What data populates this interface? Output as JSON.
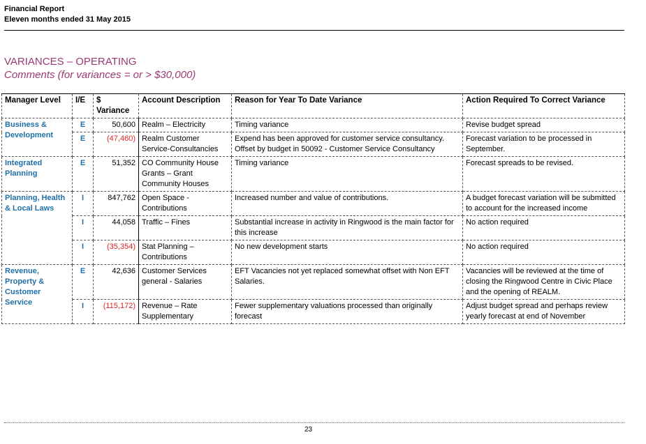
{
  "header": {
    "line1": "Financial Report",
    "line2": "Eleven months ended 31 May 2015"
  },
  "section": {
    "title": "VARIANCES – OPERATING",
    "subtitle": "Comments (for variances = or > $30,000)"
  },
  "table": {
    "headers": {
      "manager": "Manager Level",
      "ie": "I/E",
      "variance": "$ Variance",
      "account": "Account Description",
      "reason": "Reason for Year To Date Variance",
      "action": "Action Required To Correct Variance"
    },
    "groups": [
      {
        "manager": "Business & Development",
        "rows": [
          {
            "ie": "E",
            "amount": "50,600",
            "negative": false,
            "account": "Realm – Electricity",
            "reason": "Timing variance",
            "action": "Revise budget spread"
          },
          {
            "ie": "E",
            "amount": "(47,460)",
            "negative": true,
            "account": "Realm Customer Service-Consultancies",
            "reason": "Expend has been approved for customer service consultancy. Offset by budget in 50092 - Customer Service Consultancy",
            "action": "Forecast variation to be processed in September."
          }
        ]
      },
      {
        "manager": "Integrated Planning",
        "rows": [
          {
            "ie": "E",
            "amount": "51,352",
            "negative": false,
            "account": "CO Community House Grants – Grant Community Houses",
            "reason": "Timing variance",
            "action": "Forecast spreads to be revised."
          }
        ]
      },
      {
        "manager": "Planning, Health & Local Laws",
        "rows": [
          {
            "ie": "I",
            "amount": "847,762",
            "negative": false,
            "account": "Open Space - Contributions",
            "reason": "Increased number and value of contributions.",
            "action": "A budget forecast variation will be submitted to account for the increased income"
          },
          {
            "ie": "I",
            "amount": "44,058",
            "negative": false,
            "account": "Traffic – Fines",
            "reason": "Substantial increase in activity in Ringwood is the main factor for this increase",
            "action": "No action required"
          },
          {
            "ie": "I",
            "amount": "(35,354)",
            "negative": true,
            "account": "Stat Planning – Contributions",
            "reason": "No new development starts",
            "action": "No action required"
          }
        ]
      },
      {
        "manager": "Revenue, Property & Customer Service",
        "rows": [
          {
            "ie": "E",
            "amount": "42,636",
            "negative": false,
            "account": "Customer Services general - Salaries",
            "reason": "EFT Vacancies not yet replaced somewhat offset with Non EFT Salaries.",
            "action": "Vacancies will be reviewed at the time of closing the Ringwood Centre in Civic Place and the opening of REALM."
          },
          {
            "ie": "I",
            "amount": "(115,172)",
            "negative": true,
            "account": "Revenue – Rate Supplementary",
            "reason": "Fewer supplementary valuations processed than originally forecast",
            "action": "Adjust budget spread and perhaps review yearly forecast at end of November"
          }
        ]
      }
    ]
  },
  "footer": {
    "page": "23"
  }
}
